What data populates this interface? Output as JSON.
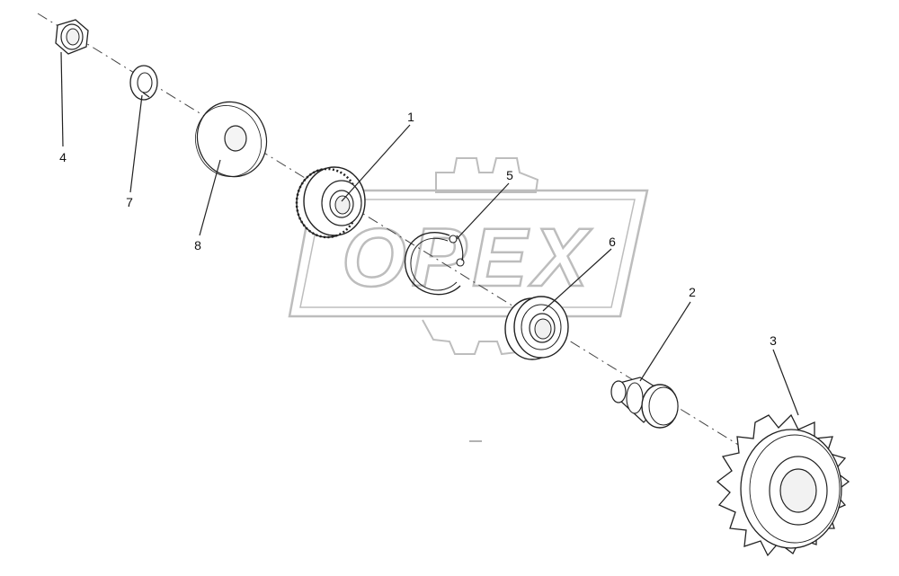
{
  "watermark": {
    "text": "OPEX",
    "color": "#bdbdbd"
  },
  "callouts": [
    {
      "id": "1",
      "part": "drive-gear"
    },
    {
      "id": "2",
      "part": "shaft-pin"
    },
    {
      "id": "3",
      "part": "sprocket"
    },
    {
      "id": "4",
      "part": "hex-nut"
    },
    {
      "id": "5",
      "part": "retaining-ring"
    },
    {
      "id": "6",
      "part": "bearing"
    },
    {
      "id": "7",
      "part": "lock-washer"
    },
    {
      "id": "8",
      "part": "flat-washer"
    }
  ]
}
